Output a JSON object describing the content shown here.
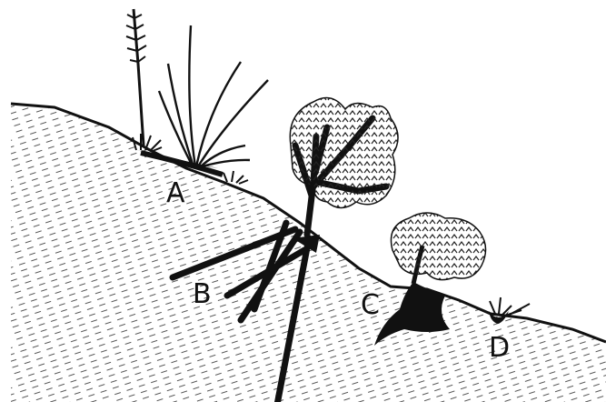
{
  "labels": {
    "a": "A",
    "b": "B",
    "c": "C",
    "d": "D"
  },
  "colors": {
    "ink": "#111111",
    "hatch": "#555555",
    "background": "#ffffff"
  }
}
